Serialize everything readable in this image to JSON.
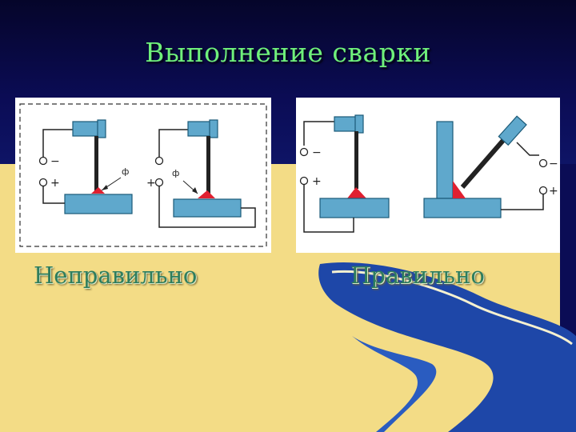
{
  "slide": {
    "title": "Выполнение сварки",
    "colors": {
      "background_dark": "#0B0C55",
      "sand": "#F3DC86",
      "wave_blue": "#1E47A8",
      "title_green": "#6FF17A",
      "part_blue": "#5FA8CC",
      "weld_red": "#E02030"
    }
  },
  "left_panel": {
    "caption": "Неправильно",
    "terminal_minus": "−",
    "terminal_plus": "+",
    "angle_symbol": "ф"
  },
  "right_panel": {
    "caption": "Правильно",
    "terminal_minus": "−",
    "terminal_plus": "+"
  }
}
